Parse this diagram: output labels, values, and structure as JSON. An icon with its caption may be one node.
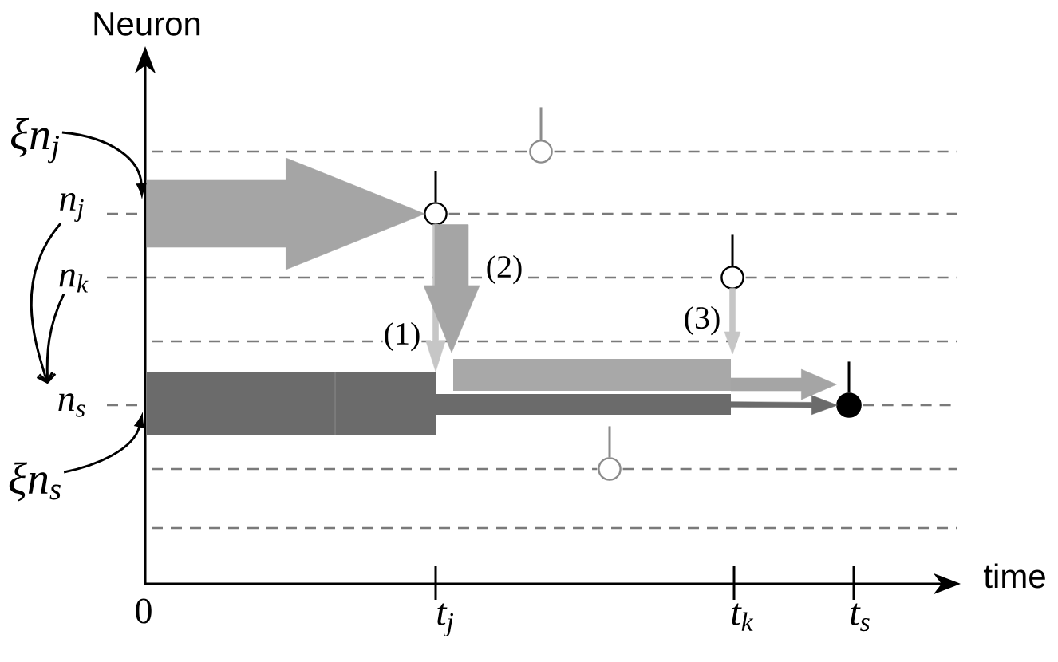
{
  "diagram": {
    "nodes": [
      {
        "text": [
          "ξn$_{j}$"
        ]
      },
      {
        "text": [
          "n$_{j}$"
        ]
      },
      {
        "text": [
          "n$_{k}$"
        ]
      },
      {
        "text": [
          "n$_{s}$"
        ]
      },
      {
        "text": [
          "ξn$_{s}$"
        ]
      },
      {
        "text": [],
        "shape": "circle"
      },
      {
        "text": [],
        "shape": "circle"
      },
      {
        "text": [],
        "shape": "circle"
      },
      {
        "text": [],
        "shape": "circle"
      },
      {
        "text": [],
        "shape": "circle"
      },
      {
        "text": [],
        "shape": "bar"
      },
      {
        "text": [],
        "shape": "bar"
      },
      {
        "text": [],
        "shape": "bar"
      }
    ],
    "edges": [
      {
        "from": 0,
        "to": null,
        "arrow": "to"
      },
      {
        "from": 1,
        "to": 3,
        "arrow": "to"
      },
      {
        "from": 2,
        "to": 3,
        "arrow": "to"
      },
      {
        "from": 4,
        "to": 10,
        "arrow": "to"
      },
      {
        "from": null,
        "to": 5,
        "arrow": "to",
        "style": "thick",
        "color": "#a5a5a5"
      },
      {
        "from": 5,
        "to": 10,
        "arrow": "to",
        "label": "(1)",
        "style": "thick",
        "color": "#c6c6c6"
      },
      {
        "from": 5,
        "to": 12,
        "arrow": "to",
        "label": "(2)",
        "style": "thick",
        "color": "#a5a5a5"
      },
      {
        "from": 7,
        "to": 12,
        "arrow": "to",
        "label": "(3)",
        "style": "thick",
        "color": "#c6c6c6"
      },
      {
        "from": 12,
        "to": 9,
        "arrow": "to",
        "style": "thick",
        "color": "#a5a5a5"
      },
      {
        "from": 11,
        "to": 9,
        "arrow": "to",
        "style": "thick",
        "color": "#6b6b6b"
      }
    ],
    "labels": [
      "Neuron",
      "time",
      "0",
      "t$_{j}$",
      "t$_{k}$",
      "t$_{s}$"
    ]
  }
}
